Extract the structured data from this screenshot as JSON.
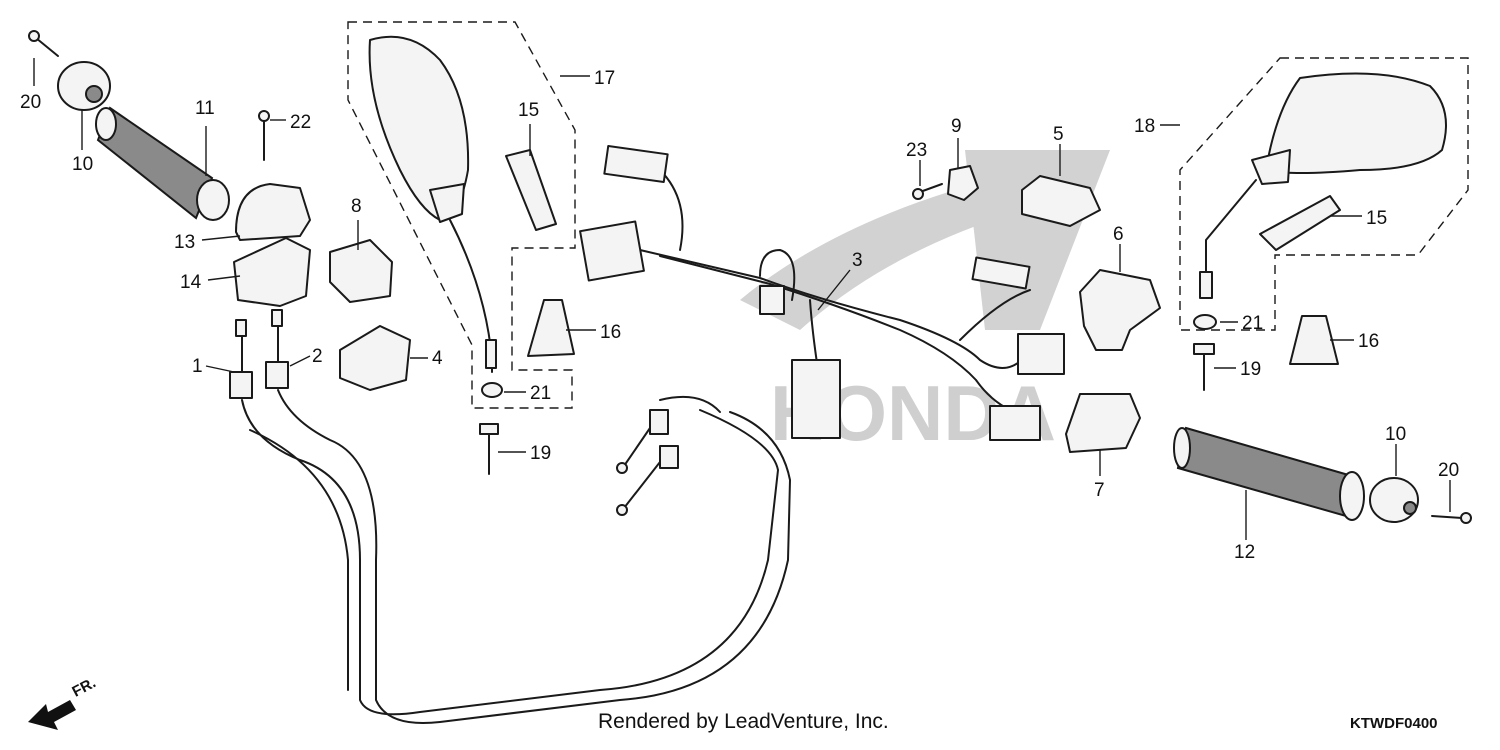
{
  "diagram": {
    "credit": "Rendered by LeadVenture, Inc.",
    "diagram_code": "KTWDF0400",
    "direction_label": "FR.",
    "watermark_text": "HONDA",
    "callouts": {
      "c1": "1",
      "c2": "2",
      "c3": "3",
      "c4": "4",
      "c5": "5",
      "c6": "6",
      "c7": "7",
      "c8": "8",
      "c9": "9",
      "c10a": "10",
      "c10b": "10",
      "c11": "11",
      "c12": "12",
      "c13": "13",
      "c14": "14",
      "c15a": "15",
      "c15b": "15",
      "c16a": "16",
      "c16b": "16",
      "c17": "17",
      "c18": "18",
      "c19a": "19",
      "c19b": "19",
      "c20a": "20",
      "c20b": "20",
      "c21a": "21",
      "c21b": "21",
      "c22": "22",
      "c23": "23"
    }
  }
}
